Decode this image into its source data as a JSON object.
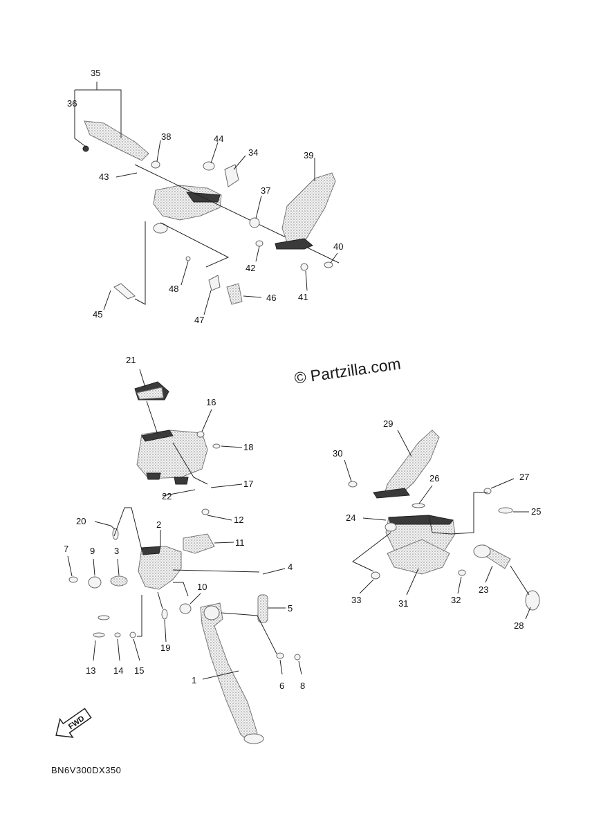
{
  "watermark": "© Partzilla.com",
  "diagram_code": "BN6V300DX350",
  "fwd_label": "FWD",
  "callouts": {
    "c1": "1",
    "c2": "2",
    "c3": "3",
    "c4": "4",
    "c5": "5",
    "c6": "6",
    "c7": "7",
    "c8": "8",
    "c9": "9",
    "c10": "10",
    "c11": "11",
    "c12": "12",
    "c13": "13",
    "c14": "14",
    "c15": "15",
    "c16": "16",
    "c17": "17",
    "c18": "18",
    "c19": "19",
    "c20": "20",
    "c21": "21",
    "c22": "22",
    "c23": "23",
    "c24": "24",
    "c25": "25",
    "c26": "26",
    "c27": "27",
    "c28": "28",
    "c29": "29",
    "c30": "30",
    "c31": "31",
    "c32": "32",
    "c33": "33",
    "c34": "34",
    "c35": "35",
    "c36": "36",
    "c37": "37",
    "c38": "38",
    "c39": "39",
    "c40": "40",
    "c41": "41",
    "c42": "42",
    "c43": "43",
    "c44": "44",
    "c45": "45",
    "c46": "46",
    "c47": "47",
    "c48": "48"
  }
}
